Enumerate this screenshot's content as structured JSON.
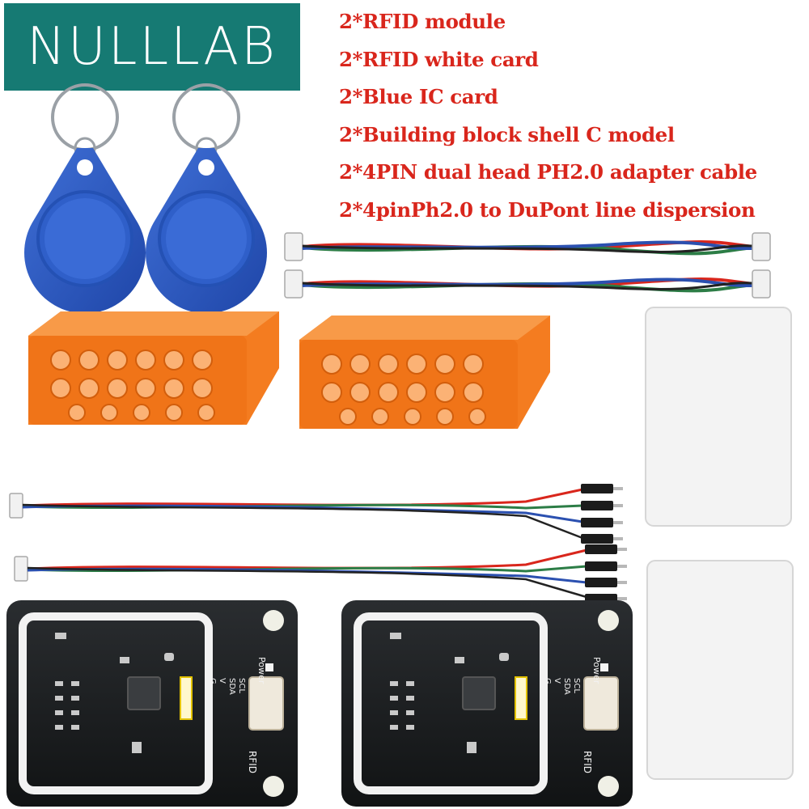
{
  "brand": {
    "logo_text": "NULLLAB",
    "logo_color": "#167a73"
  },
  "contents_list": [
    "2*RFID module",
    "2*RFID white card",
    "2*Blue IC card",
    "2*Building block shell C model",
    "2*4PIN dual head PH2.0 adapter cable",
    "2*4pinPh2.0 to DuPont line dispersion"
  ],
  "list_color": "#d9261c",
  "module": {
    "pin_labels": [
      "SCL",
      "SDA",
      "V",
      "G"
    ],
    "power_label": "Power",
    "board_label": "RFID"
  }
}
